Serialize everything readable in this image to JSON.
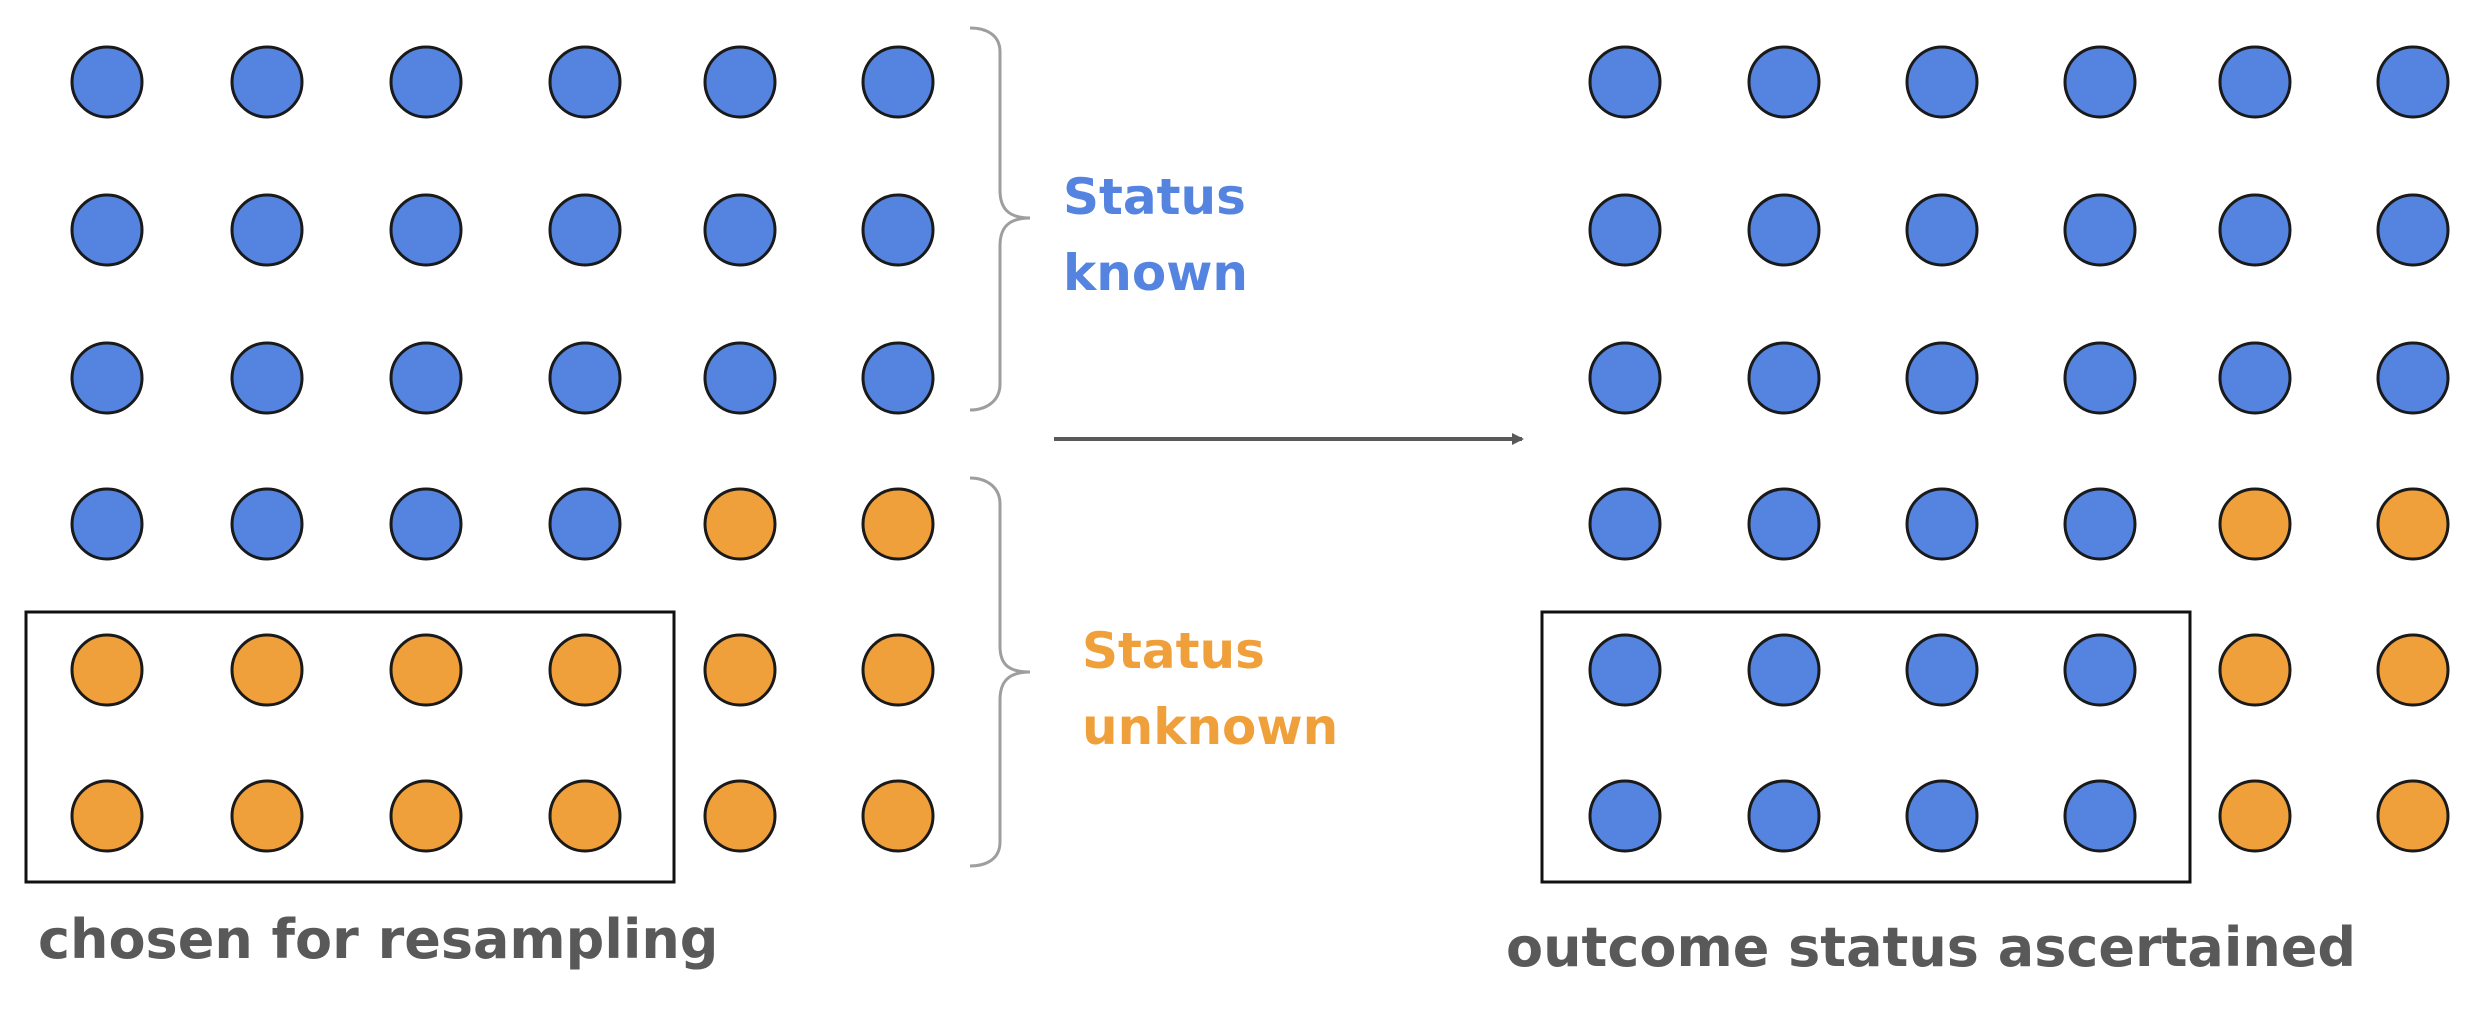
{
  "colors": {
    "known": "#5484e0",
    "unknown": "#f0a03a",
    "caption": "#595959",
    "arrow": "#595959"
  },
  "left_panel": {
    "grid": [
      [
        "known",
        "known",
        "known",
        "known",
        "known",
        "known"
      ],
      [
        "known",
        "known",
        "known",
        "known",
        "known",
        "known"
      ],
      [
        "known",
        "known",
        "known",
        "known",
        "known",
        "known"
      ],
      [
        "known",
        "known",
        "known",
        "known",
        "unknown",
        "unknown"
      ],
      [
        "unknown",
        "unknown",
        "unknown",
        "unknown",
        "unknown",
        "unknown"
      ],
      [
        "unknown",
        "unknown",
        "unknown",
        "unknown",
        "unknown",
        "unknown"
      ]
    ],
    "caption": "chosen for resampling"
  },
  "right_panel": {
    "grid": [
      [
        "known",
        "known",
        "known",
        "known",
        "known",
        "known"
      ],
      [
        "known",
        "known",
        "known",
        "known",
        "known",
        "known"
      ],
      [
        "known",
        "known",
        "known",
        "known",
        "known",
        "known"
      ],
      [
        "known",
        "known",
        "known",
        "known",
        "unknown",
        "unknown"
      ],
      [
        "known",
        "known",
        "known",
        "known",
        "unknown",
        "unknown"
      ],
      [
        "known",
        "known",
        "known",
        "known",
        "unknown",
        "unknown"
      ]
    ],
    "caption": "outcome status ascertained"
  },
  "labels": {
    "known_line1": "Status",
    "known_line2": "known",
    "unknown_line1": "Status",
    "unknown_line2": "unknown"
  }
}
